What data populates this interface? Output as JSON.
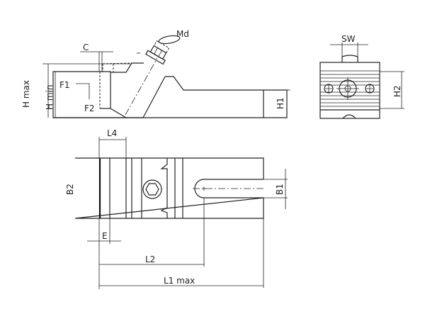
{
  "labels": {
    "md": "Md",
    "c": "C",
    "f1": "F1",
    "f2": "F2",
    "h_max": "H max",
    "h_min": "H min",
    "h1": "H1",
    "sw": "SW",
    "h2": "H2",
    "l4": "L4",
    "b2": "B2",
    "b1": "B1",
    "e": "E",
    "l2": "L2",
    "l1_max": "L1 max"
  }
}
